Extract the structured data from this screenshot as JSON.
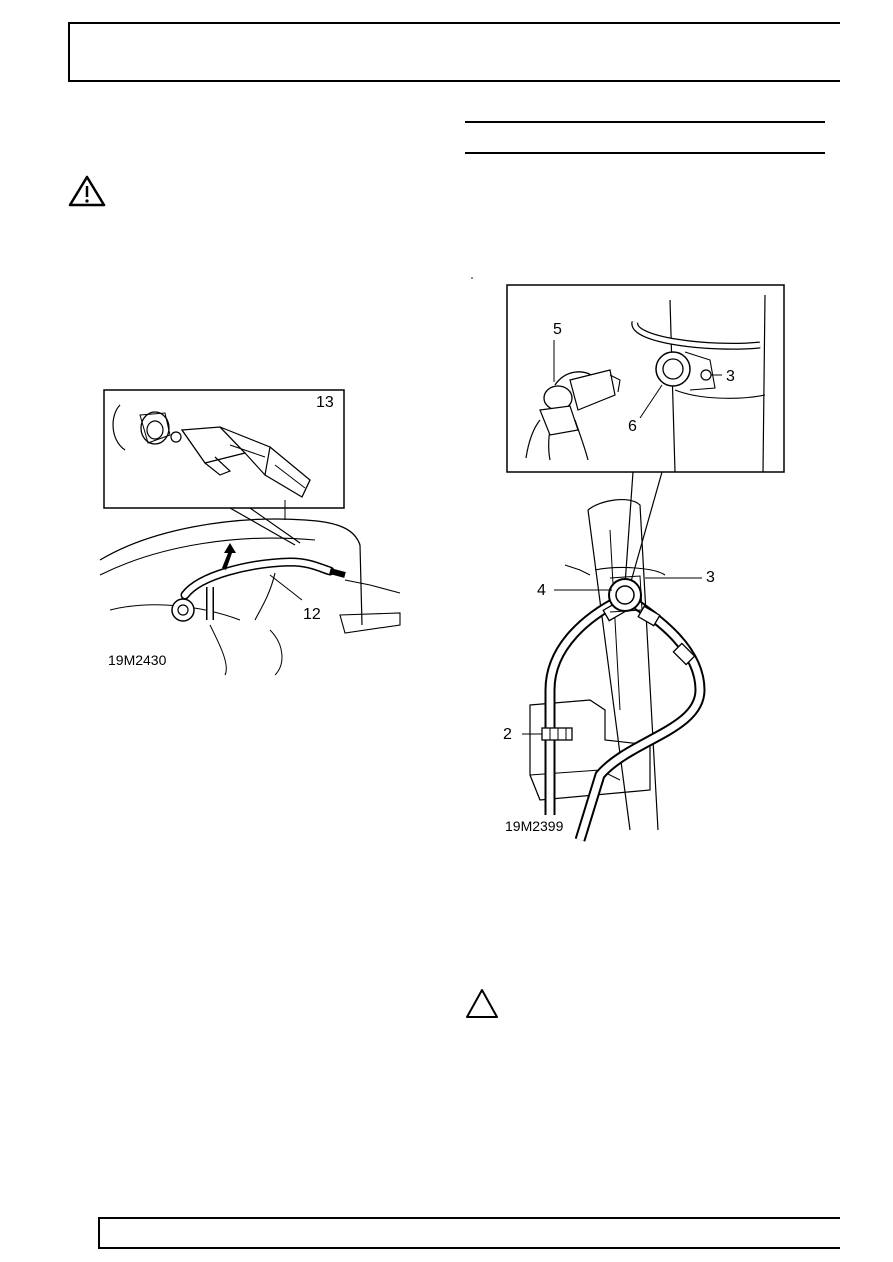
{
  "figure_left": {
    "code": "19M2430",
    "callouts": {
      "inset": "13",
      "main": "12"
    }
  },
  "figure_right": {
    "code": "19M2399",
    "callouts": {
      "c5": "5",
      "c3_inset": "3",
      "c6": "6",
      "c4": "4",
      "c3_main": "3",
      "c2": "2"
    }
  },
  "icons": {
    "warning": "warning-triangle-icon",
    "caution": "caution-triangle-icon"
  }
}
